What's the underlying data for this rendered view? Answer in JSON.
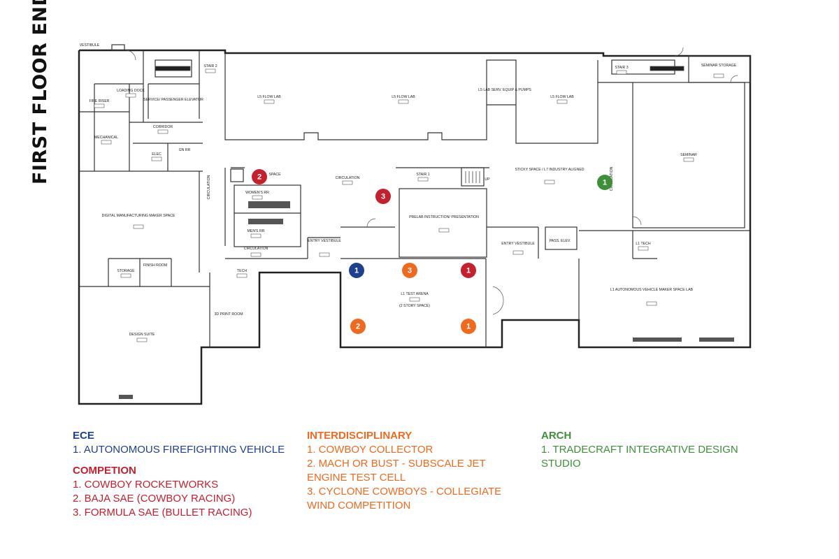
{
  "title": "FIRST FLOOR ENDEAVOR",
  "colors": {
    "ece": "#1f3f8f",
    "competition": "#c4202e",
    "interdisciplinary": "#ef6a1f",
    "arch": "#3f8f3a"
  },
  "rooms": {
    "loading_dock": "LOADING DOCK",
    "fire_riser": "FIRE RISER",
    "mechanical": "MECHANICAL",
    "service_elevator": "SERVICE/ PASSENGER ELEVATOR",
    "corridor": "CORRIDOR",
    "elec": "ELEC",
    "gn_rr": "GN RR",
    "stair2": "STAIR 2",
    "flow_lab_a": "L5 FLOW LAB",
    "flow_lab_b": "L5 FLOW LAB",
    "lab_serv": "L5 LAB SERV. EQUIP & PUMPS",
    "flow_lab_c": "L5 FLOW LAB",
    "stair3": "STAIR 3",
    "seminar_storage": "SEMINAR STORAGE",
    "seminar": "SEMINAR",
    "space": "SPACE",
    "circulation_v": "CIRCULATION",
    "circulation_main": "CIRCULATION",
    "stair1": "STAIR 1",
    "up": "UP",
    "sticky_space": "STICKY SPACE / L7 INDUSTRY ALIGNED",
    "circulation_right": "CIRCULATION",
    "womens_rr": "WOMEN'S RR",
    "mens_rr": "MEN'S RR",
    "circulation_low": "CIRCULATION",
    "digital_mfg": "DIGITAL MANUFACTURING MAKER SPACE",
    "prelab": "PRELAB INSTRUCTION/ PRESENTATION",
    "entry_vest_l": "ENTRY VESTIBULE",
    "entry_vest_r": "ENTRY VESTIBULE",
    "pass_elev": "PASS. ELEV.",
    "l1_tech": "L1 TECH",
    "storage": "STORAGE",
    "finish_room": "FINISH ROOM",
    "tech": "TECH",
    "test_arena": "L1 TEST ARENA",
    "test_arena_note": "(2 STORY SPACE)",
    "auto_vehicle_lab": "L1 AUTONOMOUS VEHICLE MAKER SPACE LAB",
    "print_room": "3D PRINT ROOM",
    "design_suite": "DESIGN SUITE",
    "vestibule": "VESTIBULE"
  },
  "markers": [
    {
      "group": "competition",
      "number": "2"
    },
    {
      "group": "competition",
      "number": "3"
    },
    {
      "group": "arch",
      "number": "1"
    },
    {
      "group": "ece",
      "number": "1"
    },
    {
      "group": "interdisciplinary",
      "number": "3"
    },
    {
      "group": "competition",
      "number": "1"
    },
    {
      "group": "interdisciplinary",
      "number": "2"
    },
    {
      "group": "interdisciplinary",
      "number": "1"
    }
  ],
  "legend": {
    "ece": {
      "heading": "ECE",
      "items": [
        "1. AUTONOMOUS FIREFIGHTING VEHICLE"
      ]
    },
    "competition": {
      "heading": "COMPETION",
      "items": [
        "1. COWBOY ROCKETWORKS",
        "2. BAJA SAE (COWBOY RACING)",
        "3. FORMULA SAE (BULLET RACING)"
      ]
    },
    "interdisciplinary": {
      "heading": "INTERDISCIPLINARY",
      "items": [
        "1. COWBOY COLLECTOR",
        "2. MACH OR BUST - SUBSCALE JET",
        "ENGINE TEST CELL",
        "3. CYCLONE COWBOYS - COLLEGIATE",
        "WIND COMPETITION"
      ]
    },
    "arch": {
      "heading": "ARCH",
      "items": [
        "1. TRADECRAFT INTEGRATIVE DESIGN",
        "STUDIO"
      ]
    }
  }
}
